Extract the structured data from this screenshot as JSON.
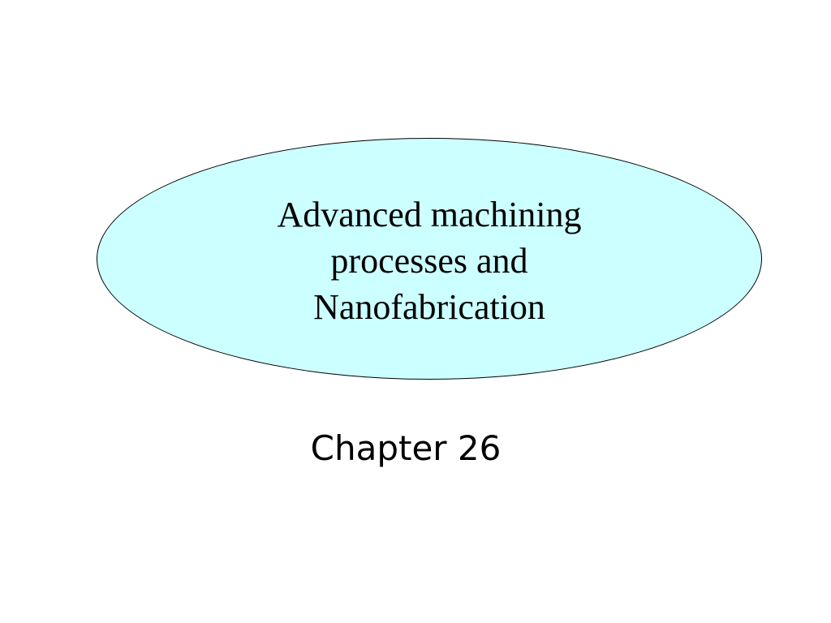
{
  "slide": {
    "title_lines": [
      "Advanced machining",
      "processes and",
      " Nanofabrication"
    ],
    "subtitle": "Chapter 26"
  },
  "colors": {
    "background": "#ffffff",
    "ellipse_fill": "#ccffff",
    "ellipse_stroke": "#000000",
    "text": "#000000"
  }
}
